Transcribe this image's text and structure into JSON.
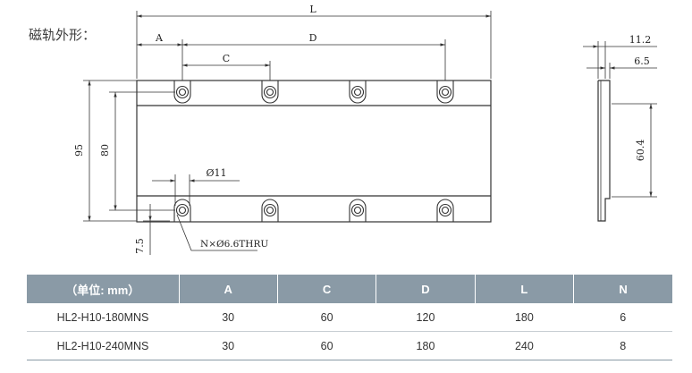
{
  "title": "磁轨外形：",
  "dimensions": {
    "L": "L",
    "A": "A",
    "D": "D",
    "C": "C",
    "height_95": "95",
    "height_80": "80",
    "hole_dia": "Ø11",
    "offset_7_5": "7.5",
    "hole_note": "N×Ø6.6THRU",
    "side_11_2": "11.2",
    "side_6_5": "6.5",
    "side_60_4": "60.4"
  },
  "table": {
    "headers": [
      "（单位: mm）",
      "A",
      "C",
      "D",
      "L",
      "N"
    ],
    "rows": [
      [
        "HL2-H10-180MNS",
        "30",
        "60",
        "120",
        "180",
        "6"
      ],
      [
        "HL2-H10-240MNS",
        "30",
        "60",
        "180",
        "240",
        "8"
      ]
    ]
  }
}
